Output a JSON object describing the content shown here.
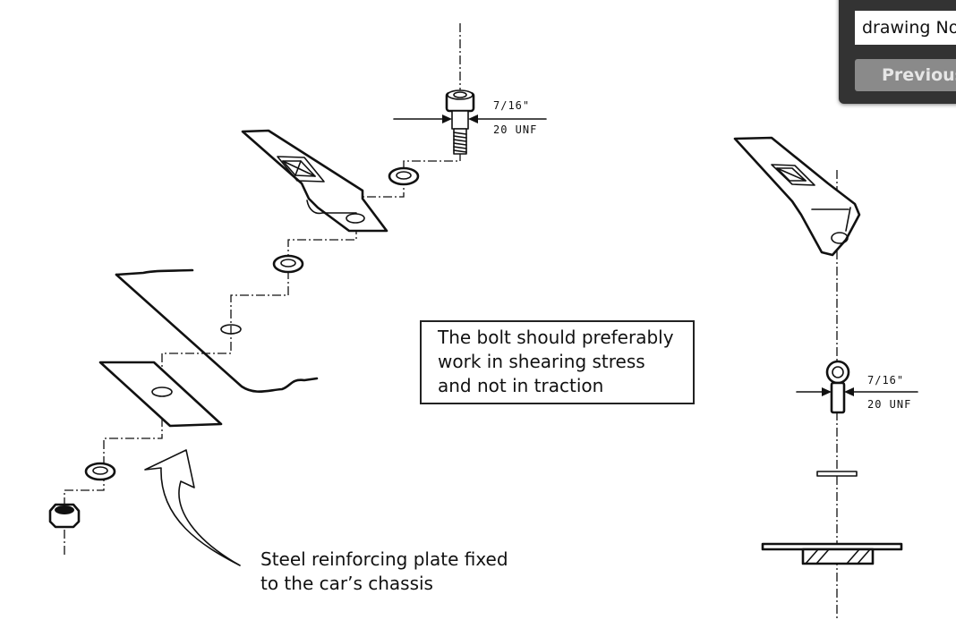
{
  "find_bar": {
    "search_value": "drawing No",
    "previous_label": "Previous"
  },
  "note_box": {
    "lines": [
      "The bolt should preferably",
      "work in shearing stress",
      "and not in traction"
    ]
  },
  "caption": {
    "lines": [
      "Steel reinforcing plate fixed",
      "to the car’s chassis"
    ]
  },
  "dimensions": {
    "left_bolt": {
      "diameter": "7/16\"",
      "thread": "20 UNF"
    },
    "right_bolt": {
      "diameter": "7/16\"",
      "thread": "20 UNF"
    }
  }
}
